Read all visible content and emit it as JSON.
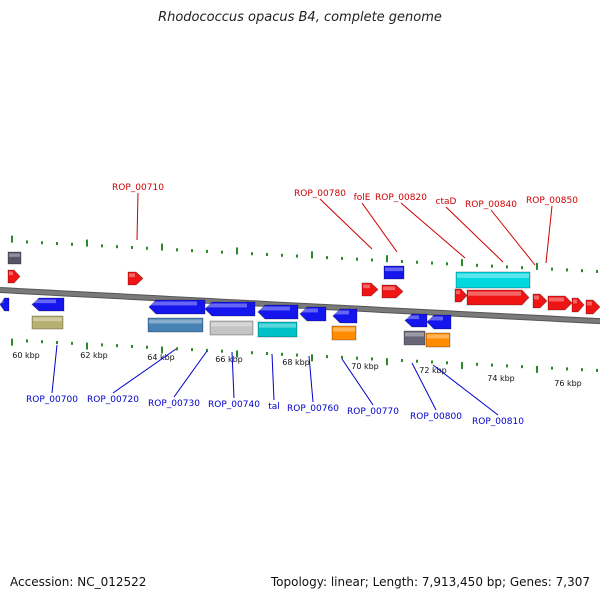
{
  "title": "Rhodococcus opacus B4, complete genome",
  "footer": {
    "accession": "Accession: NC_012522",
    "summary": "Topology: linear; Length: 7,913,450 bp; Genes: 7,307"
  },
  "colors": {
    "forward": "#f01515",
    "reverse": "#1515ee",
    "label_forward": "#cc0000",
    "label_reverse": "#0000cc",
    "ticks": "#2a8a2a",
    "genome_line": "#7a7a7a"
  },
  "scale": {
    "unit": "kbp",
    "major_ticks": [
      "60 kbp",
      "62 kbp",
      "64 kbp",
      "66 kbp",
      "68 kbp",
      "70 kbp",
      "72 kbp",
      "74 kbp",
      "76 kbp"
    ]
  },
  "forward_gene_labels": [
    "ROP_00710",
    "ROP_00780",
    "folE",
    "ROP_00820",
    "ctaD",
    "ROP_00840",
    "ROP_00850"
  ],
  "reverse_gene_labels": [
    "ROP_00700",
    "ROP_00720",
    "ROP_00730",
    "ROP_00740",
    "tal",
    "ROP_00760",
    "ROP_00770",
    "ROP_00800",
    "ROP_00810"
  ]
}
